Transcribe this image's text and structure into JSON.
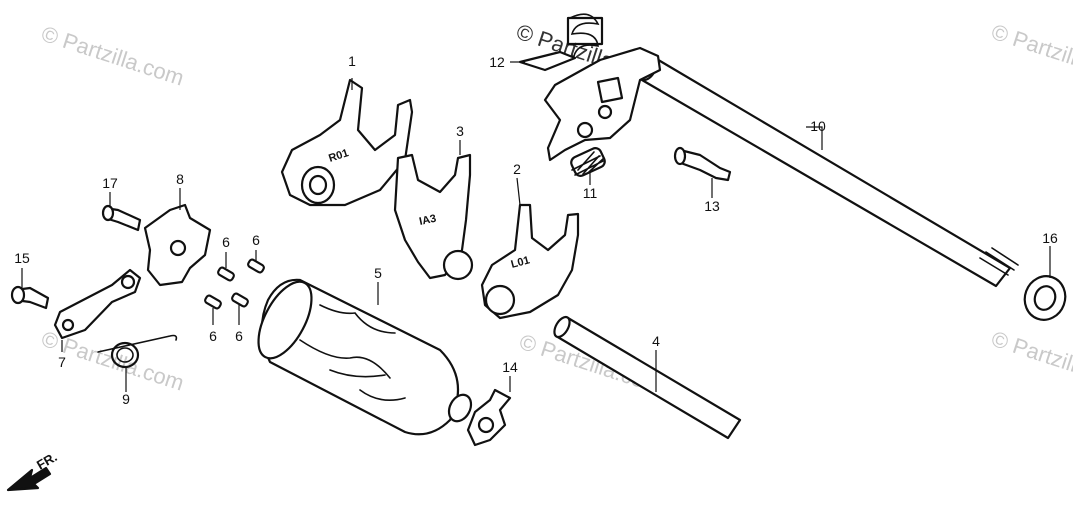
{
  "watermark": "© Partzilla.com",
  "front_indicator": "FR.",
  "fork_stamps": {
    "fork_1": "R01",
    "fork_3": "IA3",
    "fork_2": "L01"
  },
  "callouts": {
    "p1": "1",
    "p2": "2",
    "p3": "3",
    "p4": "4",
    "p5": "5",
    "p6a": "6",
    "p6b": "6",
    "p6c": "6",
    "p6d": "6",
    "p7": "7",
    "p8": "8",
    "p9": "9",
    "p10": "10",
    "p11": "11",
    "p12": "12",
    "p13": "13",
    "p14": "14",
    "p15": "15",
    "p16": "16",
    "p17": "17"
  }
}
